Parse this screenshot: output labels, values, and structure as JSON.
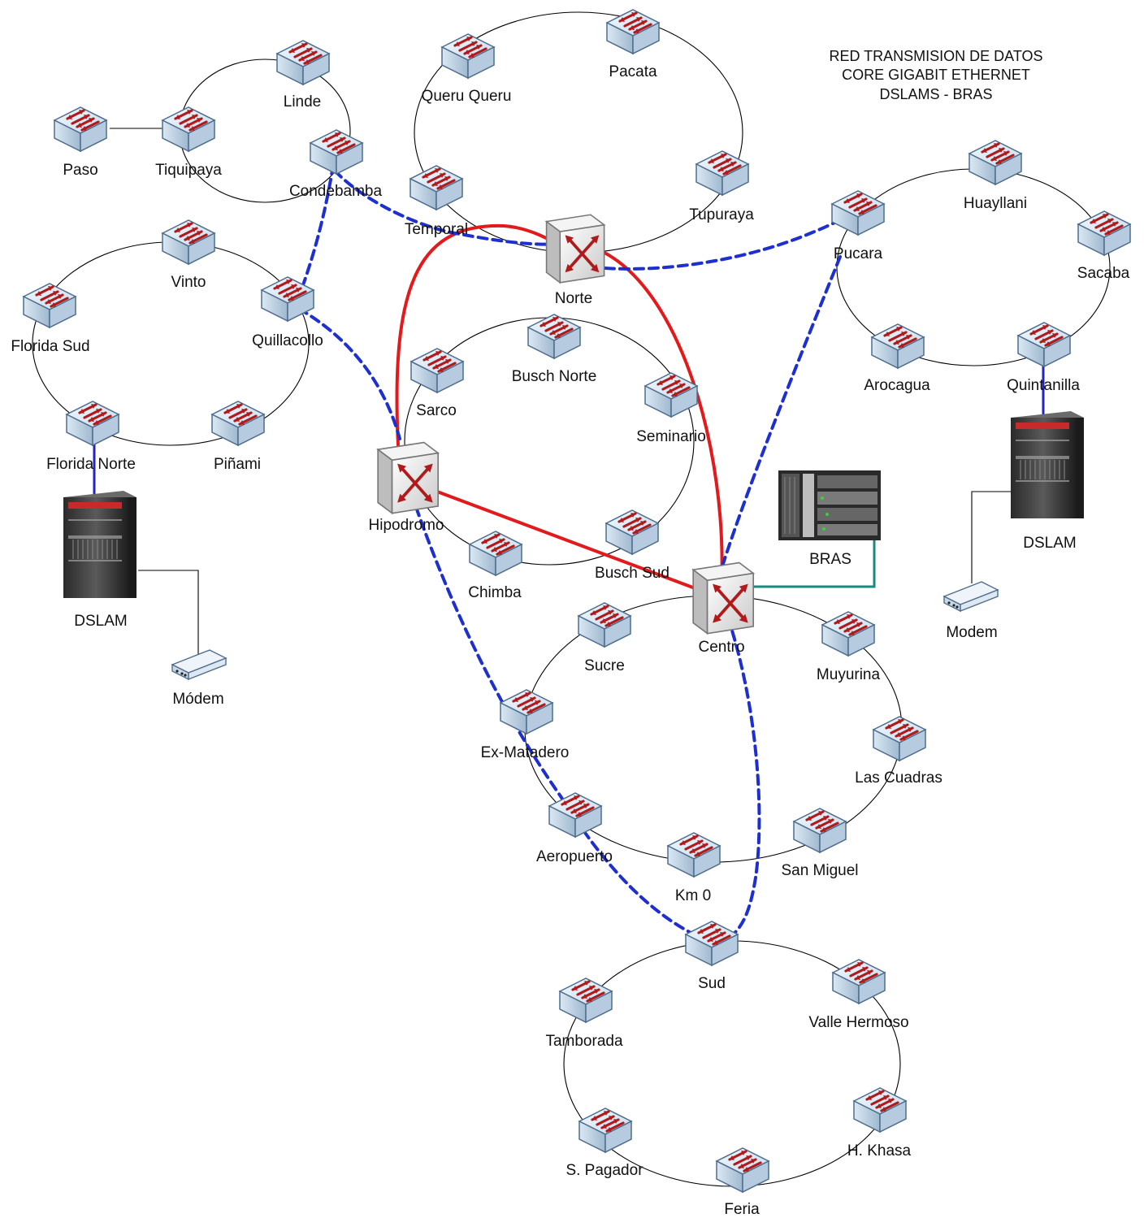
{
  "title": {
    "lines": [
      "RED TRANSMISION DE DATOS",
      "CORE GIGABIT ETHERNET",
      "DSLAMS - BRAS"
    ]
  },
  "colors": {
    "core_link": "#e3191b",
    "backbone_dashed": "#1e2fcf",
    "dslam_uplink": "#2323c8",
    "bras_link": "#1a8a80",
    "ring": "#000000",
    "switch_face": "#cfe0ef",
    "switch_arrow": "#b01a1a"
  },
  "icons": {
    "switch": "switch-icon",
    "router": "router-icon",
    "dslam": "dslam-rack-icon",
    "bras": "bras-chassis-icon",
    "modem": "modem-icon"
  },
  "nodes": {
    "linde": "Linde",
    "paso": "Paso",
    "tiquipaya": "Tiquipaya",
    "condebamba": "Condebamba",
    "vinto": "Vinto",
    "florida_sud": "Florida Sud",
    "quillacollo": "Quillacollo",
    "florida_norte": "Florida Norte",
    "pinami": "Piñami",
    "dslam_left": "DSLAM",
    "modem_left": "Módem",
    "queru_queru": "Queru Queru",
    "pacata": "Pacata",
    "temporal": "Temporal",
    "tupuraya": "Tupuraya",
    "norte": "Norte",
    "sarco": "Sarco",
    "busch_norte": "Busch Norte",
    "seminario": "Seminario",
    "hipodromo": "Hipodromo",
    "chimba": "Chimba",
    "busch_sud": "Busch Sud",
    "bras": "BRAS",
    "centro": "Centro",
    "pucara": "Pucara",
    "huayllani": "Huayllani",
    "sacaba": "Sacaba",
    "arocagua": "Arocagua",
    "quintanilla": "Quintanilla",
    "dslam_right": "DSLAM",
    "modem_right": "Modem",
    "sucre": "Sucre",
    "muyurina": "Muyurina",
    "ex_matadero": "Ex-Matadero",
    "las_cuadras": "Las Cuadras",
    "aeropuerto": "Aeropuerto",
    "km0": "Km 0",
    "san_miguel": "San Miguel",
    "sud": "Sud",
    "tamborada": "Tamborada",
    "valle_hermoso": "Valle Hermoso",
    "h_khasa": "H. Khasa",
    "s_pagador": "S. Pagador",
    "feria": "Feria"
  }
}
